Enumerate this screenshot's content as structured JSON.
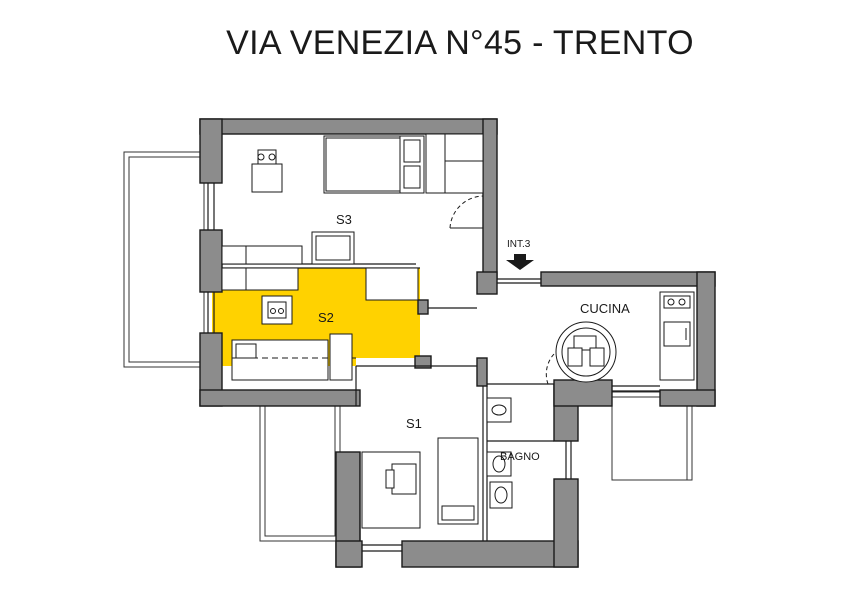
{
  "title": "VIA VENEZIA N°45 - TRENTO",
  "rooms": {
    "s3": "S3",
    "s2": "S2",
    "s1": "S1",
    "cucina": "CUCINA",
    "bagno": "BAGNO"
  },
  "entrance": "INT.3",
  "colors": {
    "wall": "#8c8c8c",
    "highlight": "#ffd200",
    "line": "#1a1a1a"
  }
}
